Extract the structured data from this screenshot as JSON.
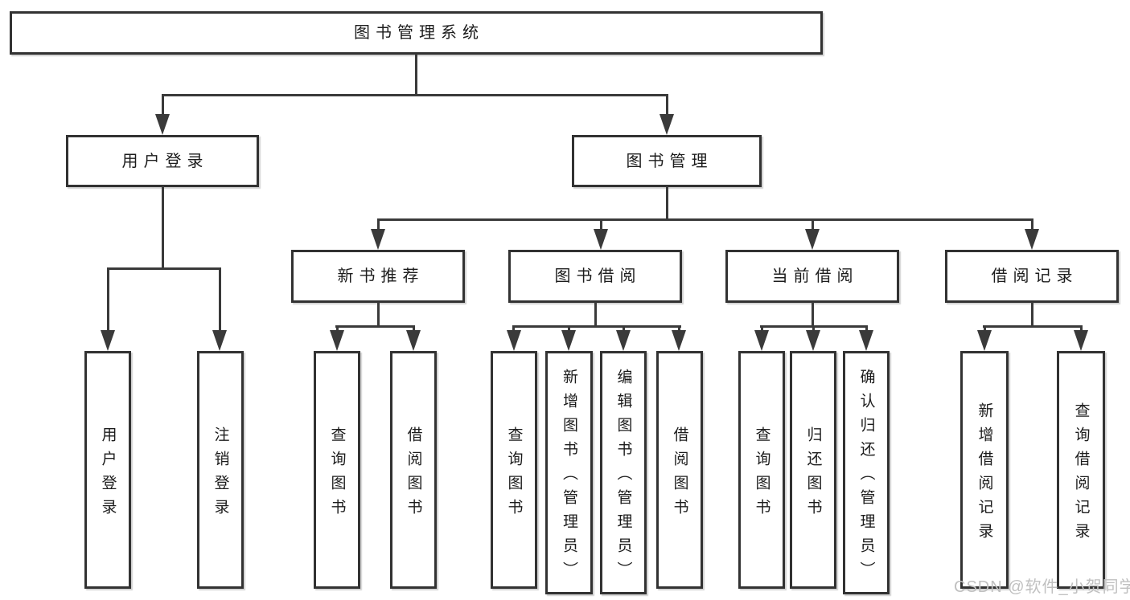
{
  "diagram_type": "hierarchy-tree",
  "nodes": {
    "root": {
      "label": "图书管理系统"
    },
    "l2": [
      {
        "id": "user-login",
        "label": "用户登录",
        "parent": "图书管理系统"
      },
      {
        "id": "book-management",
        "label": "图书管理",
        "parent": "图书管理系统"
      }
    ],
    "l3": [
      {
        "id": "new-book-recommend",
        "label": "新书推荐",
        "parent": "图书管理"
      },
      {
        "id": "book-borrow",
        "label": "图书借阅",
        "parent": "图书管理"
      },
      {
        "id": "current-borrow",
        "label": "当前借阅",
        "parent": "图书管理"
      },
      {
        "id": "borrow-records",
        "label": "借阅记录",
        "parent": "图书管理"
      }
    ],
    "leaves": [
      {
        "label": "用户登录",
        "parent": "用户登录"
      },
      {
        "label": "注销登录",
        "parent": "用户登录"
      },
      {
        "label": "查询图书",
        "parent": "新书推荐"
      },
      {
        "label": "借阅图书",
        "parent": "新书推荐"
      },
      {
        "label": "查询图书",
        "parent": "图书借阅"
      },
      {
        "label": "新增图书（管理员）",
        "parent": "图书借阅"
      },
      {
        "label": "编辑图书（管理员）",
        "parent": "图书借阅"
      },
      {
        "label": "借阅图书",
        "parent": "图书借阅"
      },
      {
        "label": "查询图书",
        "parent": "当前借阅"
      },
      {
        "label": "归还图书",
        "parent": "当前借阅"
      },
      {
        "label": "确认归还（管理员）",
        "parent": "当前借阅"
      },
      {
        "label": "新增借阅记录",
        "parent": "借阅记录"
      },
      {
        "label": "查询借阅记录",
        "parent": "借阅记录"
      }
    ]
  },
  "watermark": {
    "text": "CSDN @软件_小贺同学"
  },
  "colors": {
    "line": "#3a3a3a",
    "box_border": "#323232",
    "text": "#1c1c1c",
    "background": "#ffffff",
    "watermark": "#c0c0c0"
  }
}
